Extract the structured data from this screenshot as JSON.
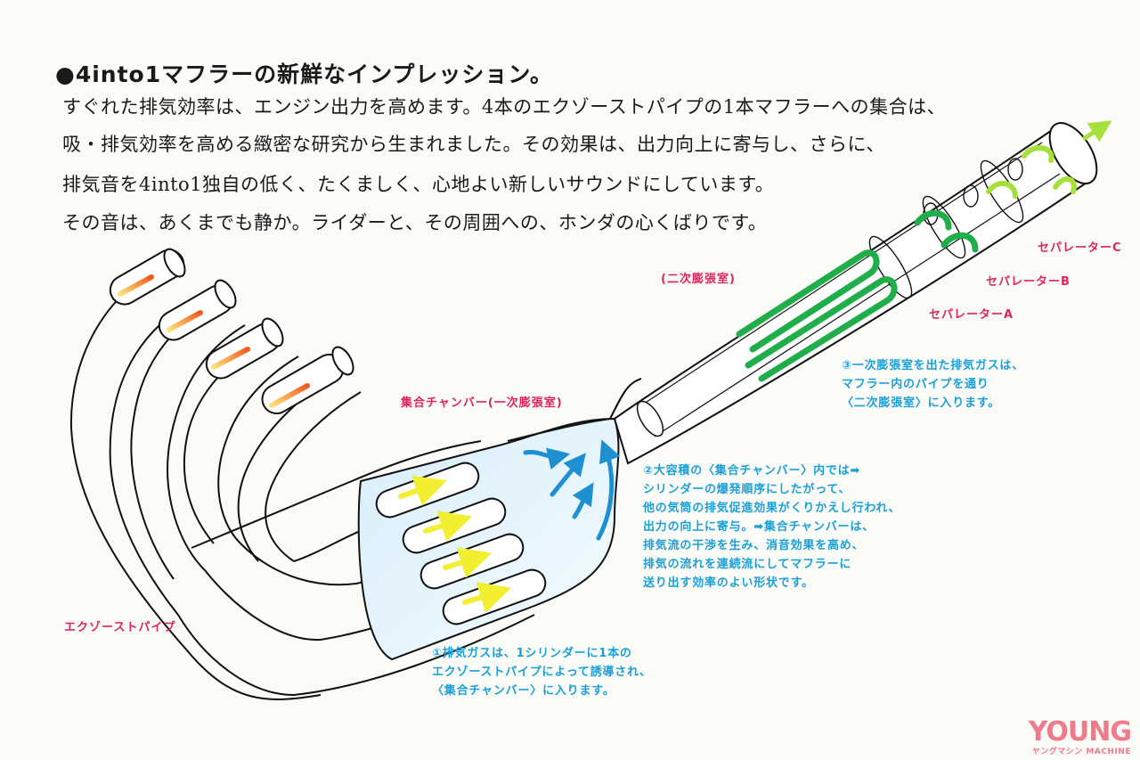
{
  "heading": {
    "bullet": "●",
    "title": "●4into1マフラーの新鮮なインプレッション。"
  },
  "body": {
    "lines": [
      "すぐれた排気効率は、エンジン出力を高めます。4本のエクゾーストパイプの1本マフラーへの集合は、",
      "吸・排気効率を高める緻密な研究から生まれました。その効果は、出力向上に寄与し、さらに、",
      "排気音を4into1独自の低く、たくましく、心地よい新しいサウンドにしています。",
      "その音は、あくまでも静か。ライダーと、その周囲への、ホンダの心くばりです。"
    ]
  },
  "labels": {
    "exhaust_pipe": "エクゾーストパイプ",
    "collector_chamber": "集合チャンバー(一次膨張室)",
    "secondary_chamber": "(二次膨張室)",
    "separator_a": "セパレーターA",
    "separator_b": "セパレーターB",
    "separator_c": "セパレーターC"
  },
  "notes": {
    "note1": [
      "①排気ガスは、1シリンダーに1本の",
      "エクゾーストパイプによって誘導され、",
      "〈集合チャンバー〉に入ります。"
    ],
    "note2": [
      "②大容積の〈集合チャンバー〉内では➡",
      "シリンダーの爆発順序にしたがって、",
      "他の気筒の排気促進効果がくりかえし行われ、",
      "出力の向上に寄与。➡集合チャンバーは、",
      "排気流の干渉を生み、消音効果を高め、",
      "排気の流れを連続流にしてマフラーに",
      "送り出す効率のよい形状です。"
    ],
    "note3": [
      "③一次膨張室を出た排気ガスは、",
      "マフラー内のパイプを通り",
      "〈二次膨張室〉に入ります。"
    ]
  },
  "watermark": {
    "main": "YOUNG",
    "sub": "ヤングマシン MACHINE"
  },
  "colors": {
    "label_pink": "#e0245e",
    "note_blue": "#1aa0d8",
    "pipe_heat_orange": "#f07a20",
    "pipe_flow_yellow": "#f2ee30",
    "chamber_flow_blue": "#1e8fd0",
    "muffler_green": "#1fae4a",
    "outlet_lime": "#a6e03a",
    "logo_pink": "#ef7a8a"
  }
}
